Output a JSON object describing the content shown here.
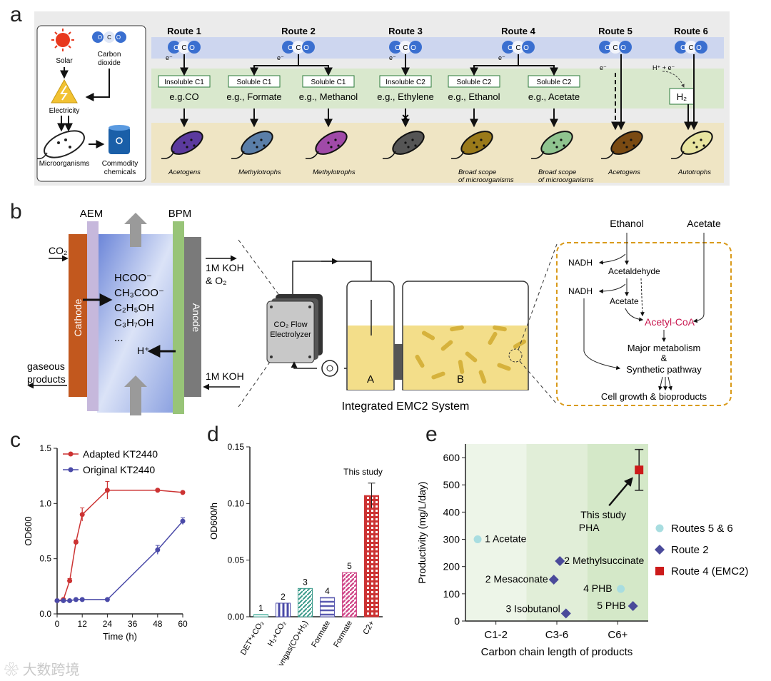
{
  "panel_letters": {
    "a": "a",
    "b": "b",
    "c": "c",
    "d": "d",
    "e": "e"
  },
  "panel_a": {
    "left_box": {
      "solar": "Solar",
      "carbon_dioxide_line1": "Carbon",
      "carbon_dioxide_line2": "dioxide",
      "electricity": "Electricity",
      "microorganisms": "Microorganisms",
      "commodity_line1": "Commodity",
      "commodity_line2": "chemicals"
    },
    "co2_letters": {
      "o1": "O",
      "c": "C",
      "o2": "O"
    },
    "electron": "e⁻",
    "h_electron": "H⁺ + e⁻",
    "h2": "H₂",
    "cross": "✕",
    "routes": [
      {
        "title": "Route 1"
      },
      {
        "title": "Route 2"
      },
      {
        "title": "Route 3"
      },
      {
        "title": "Route 4"
      },
      {
        "title": "Route 5"
      },
      {
        "title": "Route 6"
      }
    ],
    "products": [
      {
        "box": "Insoluble C1",
        "example": "e.g.CO"
      },
      {
        "box": "Soluble C1",
        "example": "e.g., Formate"
      },
      {
        "box": "Soluble C1",
        "example": "e.g., Methanol"
      },
      {
        "box": "Insoluble C2",
        "example": "e.g., Ethylene"
      },
      {
        "box": "Soluble C2",
        "example": "e.g., Ethanol"
      },
      {
        "box": "Soluble C2",
        "example": "e.g., Acetate"
      }
    ],
    "organisms": [
      {
        "line1": "Acetogens",
        "line2": "",
        "color": "#5b3a9e"
      },
      {
        "line1": "Methylotrophs",
        "line2": "",
        "color": "#5a7ea8"
      },
      {
        "line1": "Methylotrophs",
        "line2": "",
        "color": "#a04aa8"
      },
      {
        "line1": "",
        "line2": "",
        "color": "#555555"
      },
      {
        "line1": "Broad scope",
        "line2": "of microorganisms",
        "color": "#9a7a1a"
      },
      {
        "line1": "Broad scope",
        "line2": "of microorganisms",
        "color": "#8fc48f"
      },
      {
        "line1": "Acetogens",
        "line2": "",
        "color": "#7a4a12"
      },
      {
        "line1": "Autotrophs",
        "line2": "",
        "color": "#e8e4a0"
      }
    ]
  },
  "panel_b": {
    "aem": "AEM",
    "bpm": "BPM",
    "co2": "CO₂",
    "cathode": "Cathode",
    "anode": "Anode",
    "koh_o2_line1": "1M KOH",
    "koh_o2_line2": "& O₂",
    "koh": "1M KOH",
    "gaseous_line1": "gaseous",
    "gaseous_line2": "products",
    "species": [
      "HCOO⁻",
      "CH₃COO⁻",
      "C₂H₅OH",
      "C₃H₇OH",
      "..."
    ],
    "h_plus": "H⁺",
    "electrolyzer_line1": "CO₂ Flow",
    "electrolyzer_line2": "Electrolyzer",
    "tank_a": "A",
    "tank_b": "B",
    "system_label": "Integrated EMC2 System",
    "pathway": {
      "ethanol": "Ethanol",
      "acetate_top": "Acetate",
      "nadh1": "NADH",
      "acetaldehyde": "Acetaldehyde",
      "nadh2": "NADH",
      "acetate_mid": "Acetate",
      "acetyl_coa": "Acetyl-CoA",
      "major_line1": "Major metabolism",
      "major_line2": "&",
      "synthetic": "Synthetic pathway",
      "cell_growth": "Cell growth & bioproducts"
    }
  },
  "chart_data": [
    {
      "type": "line",
      "panel": "c",
      "xlabel": "Time (h)",
      "ylabel": "OD600",
      "xlim": [
        0,
        60
      ],
      "ylim": [
        0,
        1.5
      ],
      "xticks": [
        0,
        12,
        24,
        36,
        48,
        60
      ],
      "yticks": [
        0.0,
        0.5,
        1.0,
        1.5
      ],
      "legend_position": "top-left",
      "series": [
        {
          "name": "Adapted KT2440",
          "color": "#cc3333",
          "x": [
            0,
            3,
            6,
            9,
            12,
            24,
            48,
            60
          ],
          "y": [
            0.12,
            0.13,
            0.3,
            0.65,
            0.9,
            1.12,
            1.12,
            1.1
          ],
          "err": [
            0,
            0,
            0.02,
            0.02,
            0.06,
            0.08,
            0.01,
            0.01
          ]
        },
        {
          "name": "Original KT2440",
          "color": "#4a4aa8",
          "x": [
            0,
            3,
            6,
            9,
            12,
            24,
            48,
            60
          ],
          "y": [
            0.12,
            0.12,
            0.12,
            0.13,
            0.13,
            0.13,
            0.58,
            0.84
          ],
          "err": [
            0,
            0,
            0,
            0,
            0,
            0,
            0.04,
            0.03
          ]
        }
      ]
    },
    {
      "type": "bar",
      "panel": "d",
      "ylabel": "OD600/h",
      "ylim": [
        0,
        0.15
      ],
      "yticks": [
        0.0,
        0.05,
        0.1,
        0.15
      ],
      "categories": [
        "DET*+CO₂",
        "H₂+CO₂",
        "Syngas(CO+H₂)",
        "Formate",
        "Formate",
        "C2+"
      ],
      "bar_numbers": [
        "1",
        "2",
        "3",
        "4",
        "5",
        ""
      ],
      "values": [
        0.002,
        0.012,
        0.025,
        0.017,
        0.039,
        0.107
      ],
      "error": [
        0,
        0,
        0,
        0,
        0,
        0.011
      ],
      "colors": [
        "#5ab8a8",
        "#4a4aa8",
        "#3a9a8a",
        "#5a5ab0",
        "#d04a8a",
        "#cc3333"
      ],
      "annotation": "This study"
    },
    {
      "type": "scatter",
      "panel": "e",
      "xlabel": "Carbon chain length of products",
      "ylabel": "Productivity (mg/L/day)",
      "categories": [
        "C1-2",
        "C3-6",
        "C6+"
      ],
      "ylim": [
        0,
        650
      ],
      "yticks": [
        0,
        100,
        200,
        300,
        400,
        500,
        600
      ],
      "legend_position": "right",
      "series": [
        {
          "name": "Routes 5 & 6",
          "marker": "circle",
          "color": "#a8dde0",
          "points": [
            {
              "x": "C1-2",
              "offset": -0.3,
              "y": 300,
              "label": "1 Acetate"
            },
            {
              "x": "C6+",
              "offset": 0.05,
              "y": 118,
              "label": "4 PHB"
            }
          ]
        },
        {
          "name": "Route 2",
          "marker": "diamond",
          "color": "#4a4a9a",
          "points": [
            {
              "x": "C3-6",
              "offset": 0.05,
              "y": 220,
              "label": "2 Methylsuccinate"
            },
            {
              "x": "C3-6",
              "offset": -0.05,
              "y": 152,
              "label": "2 Mesaconate"
            },
            {
              "x": "C3-6",
              "offset": 0.15,
              "y": 28,
              "label": "3  Isobutanol"
            },
            {
              "x": "C6+",
              "offset": 0.25,
              "y": 55,
              "label": "5 PHB"
            }
          ]
        },
        {
          "name": "Route 4 (EMC2)",
          "marker": "square",
          "color": "#cc1a1a",
          "points": [
            {
              "x": "C6+",
              "offset": 0.35,
              "y": 555,
              "err": 75,
              "label": ""
            }
          ]
        }
      ],
      "annotation_line1": "This study",
      "annotation_line2": "PHA"
    }
  ],
  "watermark": "大数跨境"
}
